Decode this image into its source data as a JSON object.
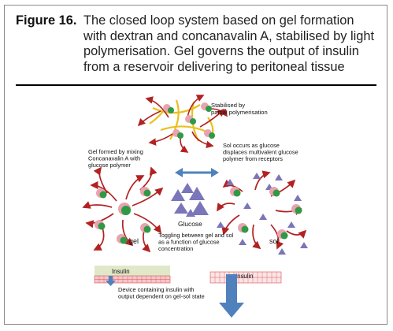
{
  "figure": {
    "label": "Figure 16.",
    "caption": "The closed loop system based on gel formation with dextran and concanavalin A, stabilised by light polymerisation. Gel governs the output of insulin from a reservoir delivering to peritoneal tissue"
  },
  "diagram": {
    "stabilised_label": [
      "Stabilised by",
      "partial polymerisation"
    ],
    "gel_formed_label": [
      "Gel formed by mixing",
      "Concanavalin A with",
      "glucose polymer"
    ],
    "sol_occurs_label": [
      "Sol occurs as glucose",
      "displaces multivalent glucose",
      "polymer from receptors"
    ],
    "glucose_label": "Glucose",
    "gel_label": "gel",
    "sol_label": "sol",
    "toggle_label": [
      "Toggling between gel and sol",
      "as a function of glucose",
      "concentration"
    ],
    "insulin_left": "Insulin",
    "insulin_right": "Insulin",
    "device_label": [
      "Device containing insulin with",
      "output dependent on gel-sol state"
    ]
  },
  "colors": {
    "polymer": "#b22222",
    "crosslink": "#e8c020",
    "con_a_pink": "#e9a3b0",
    "con_a_green": "#2e9a44",
    "glucose_triangle": "#7b75b9",
    "arrow_blue": "#4f81bd",
    "reservoir_pink": "#f5c6cb",
    "reservoir_grid": "#d9534f"
  }
}
